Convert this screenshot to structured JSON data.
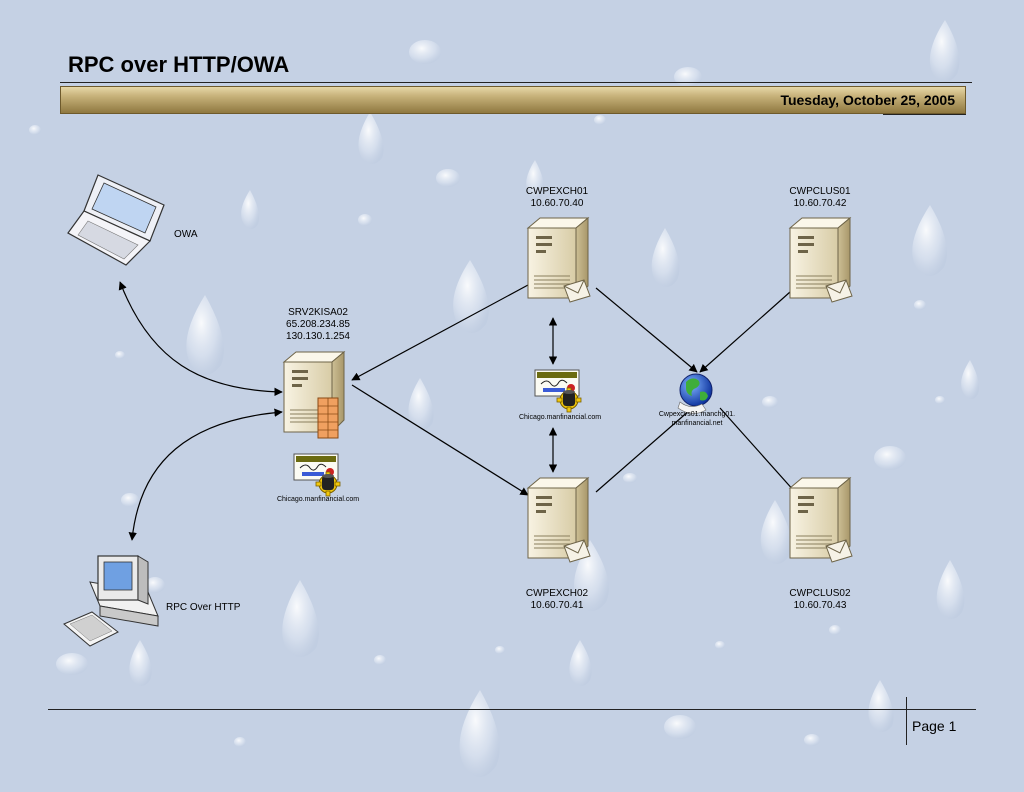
{
  "header": {
    "title": "RPC over HTTP/OWA",
    "date": "Tuesday, October 25, 2005"
  },
  "clients": {
    "laptop": {
      "label": "OWA"
    },
    "desktop": {
      "label": "RPC Over HTTP"
    }
  },
  "servers": {
    "isa": {
      "name": "SRV2KISA02",
      "ip1": "65.208.234.85",
      "ip2": "130.130.1.254"
    },
    "exch01": {
      "name": "CWPEXCH01",
      "ip": "10.60.70.40"
    },
    "exch02": {
      "name": "CWPEXCH02",
      "ip": "10.60.70.41"
    },
    "clus01": {
      "name": "CWPCLUS01",
      "ip": "10.60.70.42"
    },
    "clus02": {
      "name": "CWPCLUS02",
      "ip": "10.60.70.43"
    }
  },
  "certificates": {
    "isa_cert": "Chicago.manfinancial.com",
    "exch_cert": "Chicago.manfinancial.com"
  },
  "cluster_node": {
    "line1": "Cwpexcvs01.manchg01.",
    "line2": "manfinancial.net"
  },
  "footer": {
    "page": "Page 1"
  },
  "colors": {
    "background": "#c5d1e4",
    "banner": "#c7b27a",
    "server_body": "#efe7cf"
  },
  "icons": [
    "laptop-icon",
    "desktop-computer-icon",
    "isa-server-icon",
    "exchange-server-icon",
    "certificate-icon",
    "globe-icon"
  ]
}
